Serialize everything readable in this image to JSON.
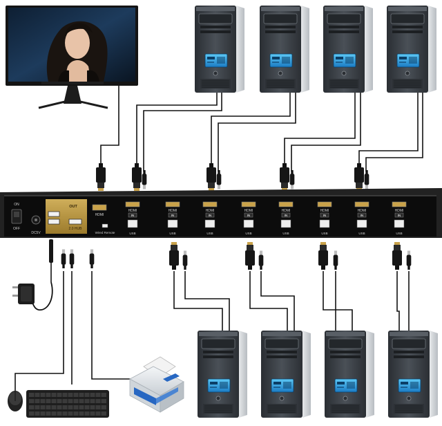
{
  "kvm": {
    "power_on": "ON",
    "power_off": "OFF",
    "dc_label": "DC5V",
    "out_label": "OUT",
    "out_hdmi": "HDMI",
    "usb_hub": "2.0 HUB",
    "wired_remote": "Wired Remote",
    "port_hdmi": "HDMI",
    "port_in": "IN",
    "port_usb": "USB"
  },
  "colors": {
    "background": "#ffffff",
    "switch_body": "#0d0d0d",
    "gold_panel": "#b8963e",
    "cable": "#111111",
    "pc_case": "#3c4147",
    "pc_screen": "#29a3e0",
    "monitor_bezel": "#141414",
    "printer_blue": "#2767c2"
  },
  "icons": {
    "monitor": "monitor-icon",
    "computer": "tower-pc-icon",
    "keyboard": "keyboard-icon",
    "mouse": "mouse-icon",
    "printer": "printer-icon",
    "adapter": "power-adapter-icon"
  }
}
